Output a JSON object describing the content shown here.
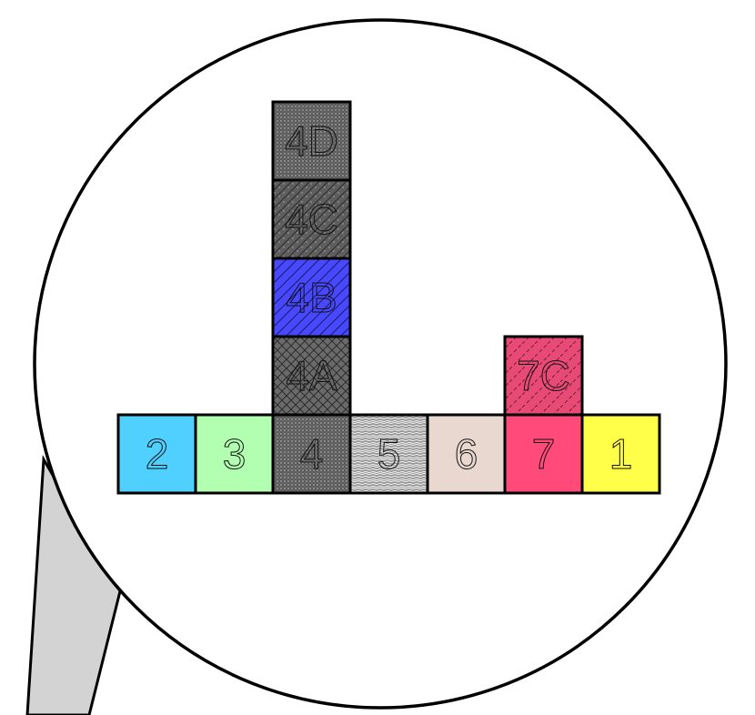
{
  "diagram": {
    "colors": {
      "cyan": "#4fd0ff",
      "mint": "#b2ffb2",
      "dark_gray": "#6e6e6e",
      "light_gray": "#c8c8c8",
      "beige": "#e8d8d0",
      "pink": "#ff4a7a",
      "yellow": "#ffff4a",
      "blue": "#4848ff",
      "lens_handle": "#d3d3d3",
      "outline": "#000000"
    },
    "base_row": [
      {
        "id": "2",
        "label": "2",
        "color": "cyan",
        "pattern": "none"
      },
      {
        "id": "3",
        "label": "3",
        "color": "mint",
        "pattern": "none"
      },
      {
        "id": "4",
        "label": "4",
        "color": "dark_gray",
        "pattern": "dots"
      },
      {
        "id": "5",
        "label": "5",
        "color": "light_gray",
        "pattern": "noise"
      },
      {
        "id": "6",
        "label": "6",
        "color": "beige",
        "pattern": "none"
      },
      {
        "id": "7",
        "label": "7",
        "color": "pink",
        "pattern": "none"
      },
      {
        "id": "1",
        "label": "1",
        "color": "yellow",
        "pattern": "none"
      }
    ],
    "column_over_4": [
      {
        "id": "4A",
        "label": "4A",
        "color": "dark_gray",
        "pattern": "crosshatch"
      },
      {
        "id": "4B",
        "label": "4B",
        "color": "blue",
        "pattern": "diagonal"
      },
      {
        "id": "4C",
        "label": "4C",
        "color": "dark_gray",
        "pattern": "diagonal-dots"
      },
      {
        "id": "4D",
        "label": "4D",
        "color": "dark_gray",
        "pattern": "dots"
      }
    ],
    "column_over_7": [
      {
        "id": "7C",
        "label": "7C",
        "color": "pink",
        "pattern": "dashed-diagonal"
      }
    ]
  }
}
